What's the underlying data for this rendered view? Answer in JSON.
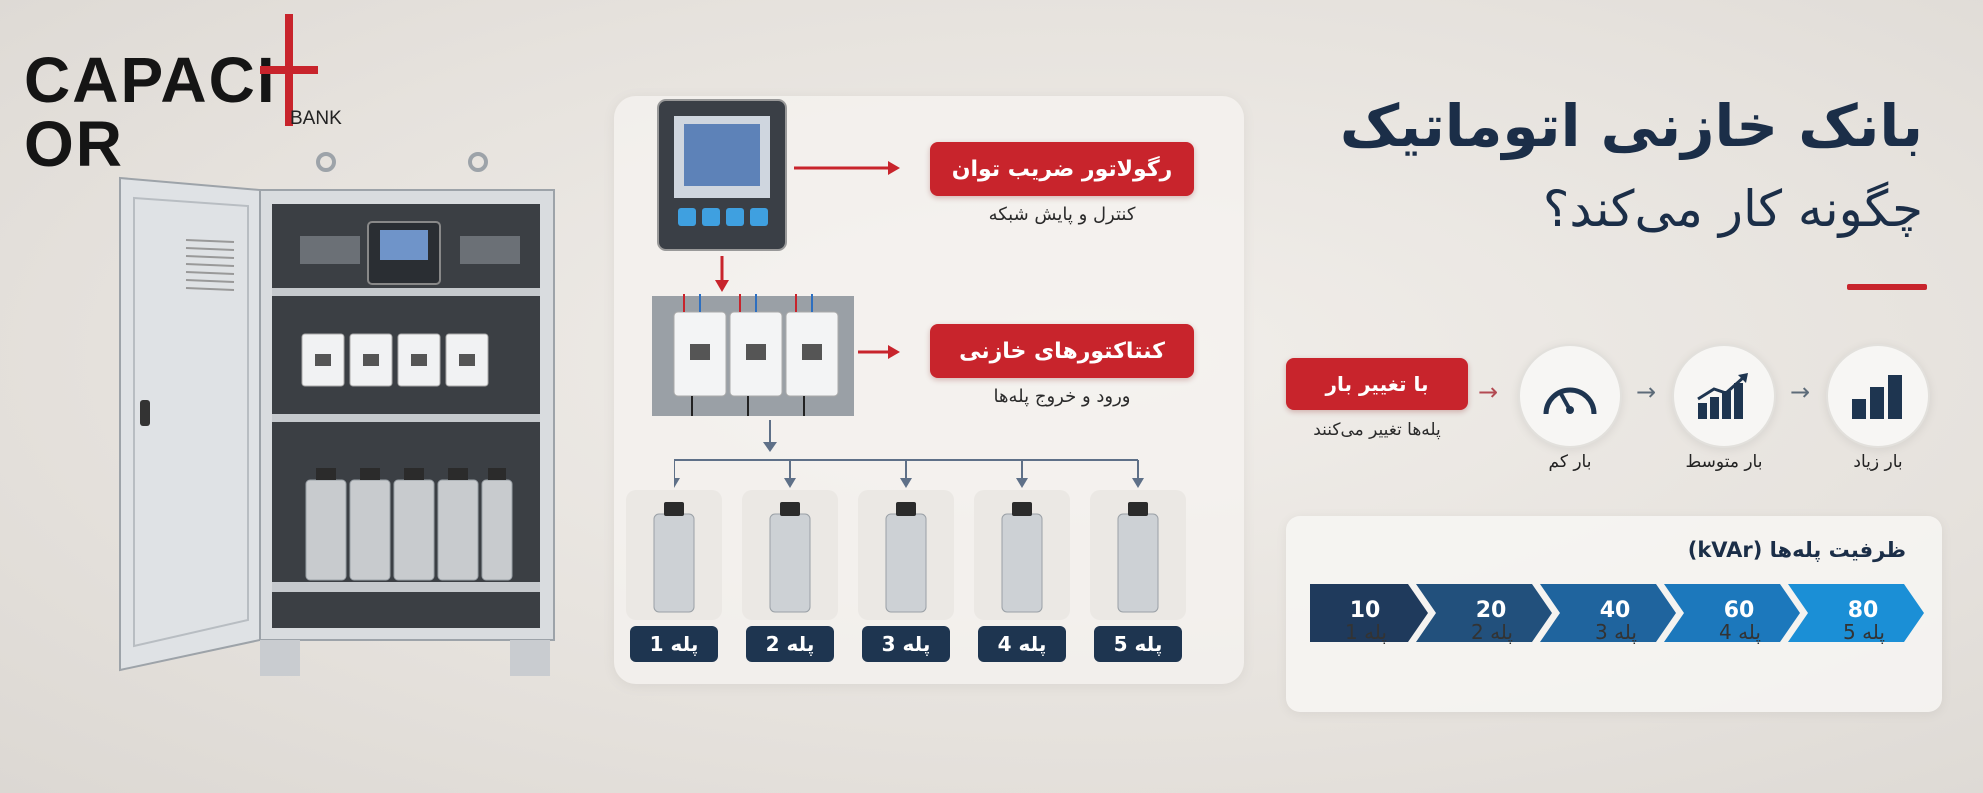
{
  "logo": {
    "word_left": "CAPACI",
    "word_right": "OR",
    "sub": "BANK"
  },
  "title": {
    "line1": "بانک خازنی اتوماتیک",
    "line2": "چگونه کار می‌کند؟"
  },
  "regulator": {
    "label": "رگولاتور ضریب توان",
    "sub": "کنترل و پایش شبکه"
  },
  "contactors": {
    "label": "کنتاکتورهای خازنی",
    "sub": "ورود و خروج پله‌ها"
  },
  "steps": [
    "پله 1",
    "پله 2",
    "پله 3",
    "پله 4",
    "پله 5"
  ],
  "load": {
    "badge": "با تغییر بار",
    "badge_sub": "پله‌ها تغییر می‌کنند",
    "levels": [
      {
        "label": "بار زیاد",
        "icon": "bar-chart-icon"
      },
      {
        "label": "بار متوسط",
        "icon": "trend-chart-icon"
      },
      {
        "label": "بار کم",
        "icon": "gauge-icon"
      }
    ]
  },
  "capacity": {
    "title": "ظرفیت پله‌ها (kVAr)",
    "values": [
      "10",
      "20",
      "40",
      "60",
      "80"
    ],
    "step_labels": [
      "پله 1",
      "پله 2",
      "پله 3",
      "پله 4",
      "پله 5"
    ]
  },
  "colors": {
    "accent_red": "#c8242c",
    "navy": "#1e3550",
    "chevron_start": "#1f3a5c",
    "chevron_end": "#1b8fd6"
  }
}
